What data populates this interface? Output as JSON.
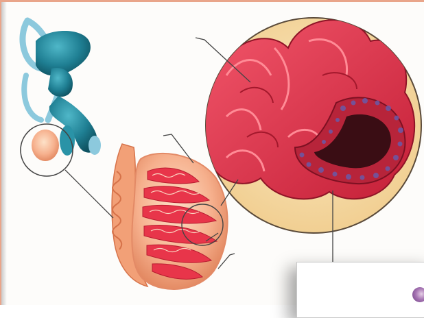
{
  "figure": {
    "subject": "",
    "parts": [
      {
        "id": "reproductive-organs"
      },
      {
        "id": "testis"
      },
      {
        "id": "seminiferous-tubule-magnified"
      },
      {
        "id": "tubule-cross-section-panel"
      }
    ]
  },
  "colors": {
    "organ_teal": "#1f7f93",
    "organ_light_blue": "#8cc9dd",
    "testis_peach": "#f6b08d",
    "tubule_red": "#e8354a",
    "magnifier_bg": "#f6dca7",
    "frame": "#e9a58a",
    "spermatogonia_purple": "#6a5aa8"
  },
  "leader_lines": 7
}
